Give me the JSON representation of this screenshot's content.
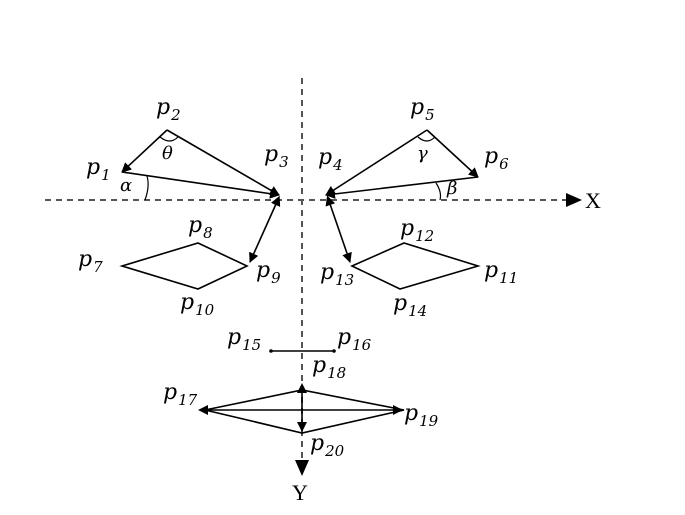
{
  "points": [
    {
      "id": "p1",
      "letter": "p",
      "sub": "1"
    },
    {
      "id": "p2",
      "letter": "p",
      "sub": "2"
    },
    {
      "id": "p3",
      "letter": "p",
      "sub": "3"
    },
    {
      "id": "p4",
      "letter": "p",
      "sub": "4"
    },
    {
      "id": "p5",
      "letter": "p",
      "sub": "5"
    },
    {
      "id": "p6",
      "letter": "p",
      "sub": "6"
    },
    {
      "id": "p7",
      "letter": "p",
      "sub": "7"
    },
    {
      "id": "p8",
      "letter": "p",
      "sub": "8"
    },
    {
      "id": "p9",
      "letter": "p",
      "sub": "9"
    },
    {
      "id": "p10",
      "letter": "p",
      "sub": "10"
    },
    {
      "id": "p11",
      "letter": "p",
      "sub": "11"
    },
    {
      "id": "p12",
      "letter": "p",
      "sub": "12"
    },
    {
      "id": "p13",
      "letter": "p",
      "sub": "13"
    },
    {
      "id": "p14",
      "letter": "p",
      "sub": "14"
    },
    {
      "id": "p15",
      "letter": "p",
      "sub": "15"
    },
    {
      "id": "p16",
      "letter": "p",
      "sub": "16"
    },
    {
      "id": "p17",
      "letter": "p",
      "sub": "17"
    },
    {
      "id": "p18",
      "letter": "p",
      "sub": "18"
    },
    {
      "id": "p19",
      "letter": "p",
      "sub": "19"
    },
    {
      "id": "p20",
      "letter": "p",
      "sub": "20"
    }
  ],
  "angles": {
    "alpha": "α",
    "theta": "θ",
    "gamma": "γ",
    "beta": "β"
  },
  "axes": {
    "x": "X",
    "y": "Y"
  }
}
